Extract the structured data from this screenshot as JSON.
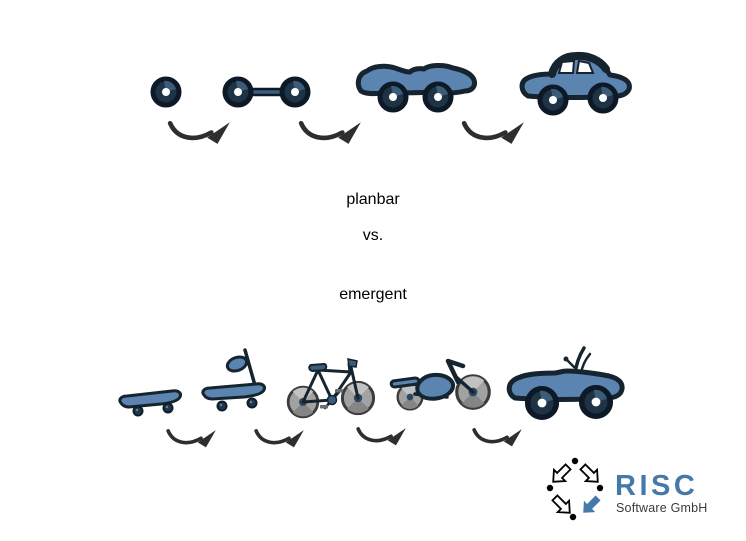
{
  "slide": {
    "heading_top": "planbar",
    "separator": "vs.",
    "heading_bottom": "emergent"
  },
  "planbar_sequence": {
    "steps": [
      "wheel-icon",
      "axle-icon",
      "chassis-icon",
      "car-icon"
    ],
    "arrow_icon": "curved-arrow-icon",
    "arrow_count": 3
  },
  "emergent_sequence": {
    "steps": [
      "skateboard-icon",
      "scooter-icon",
      "bicycle-icon",
      "motorcycle-icon",
      "convertible-icon"
    ],
    "arrow_icon": "curved-arrow-icon",
    "arrow_count": 4
  },
  "logo": {
    "brand": "RISC",
    "subtitle": "Software GmbH",
    "icon": "cycle-arrows-icon"
  },
  "colors": {
    "background": "#ffffff",
    "text_color": "#000000",
    "vehicle_fill": "#5b84b0",
    "vehicle_outline": "#16242f",
    "wheel_hub": "#ffffff",
    "arrow_color": "#2e2e2e",
    "gray_wheel": "#a2a2a2",
    "brand_blue": "#4579a9",
    "subtitle_color": "#3a3a3a"
  }
}
